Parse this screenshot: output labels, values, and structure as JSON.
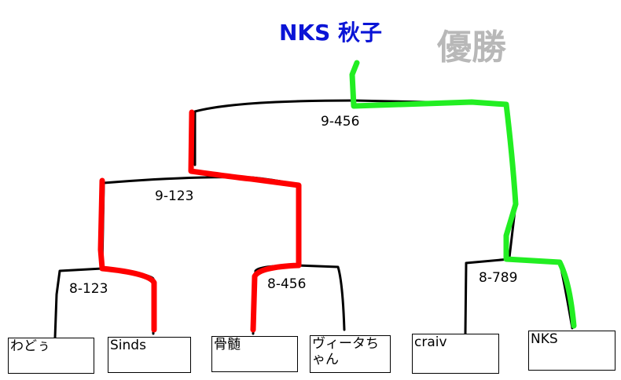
{
  "title": {
    "champion": "NKS 秋子",
    "winner_label": "優勝"
  },
  "matches": {
    "final": "9-456",
    "semi_left": "9-123",
    "qf_1": "8-123",
    "qf_2": "8-456",
    "qf_3": "8-789"
  },
  "players": [
    "わどぅ",
    "Sinds",
    "骨髄",
    "ヴィータちゃん",
    "craiv",
    "NKS"
  ],
  "colors": {
    "champion_text": "#0a14d6",
    "winner_label_text": "#b8b8b8",
    "line_default": "#000000",
    "line_path_left": "#ff0000",
    "line_path_right": "#00ee00"
  }
}
